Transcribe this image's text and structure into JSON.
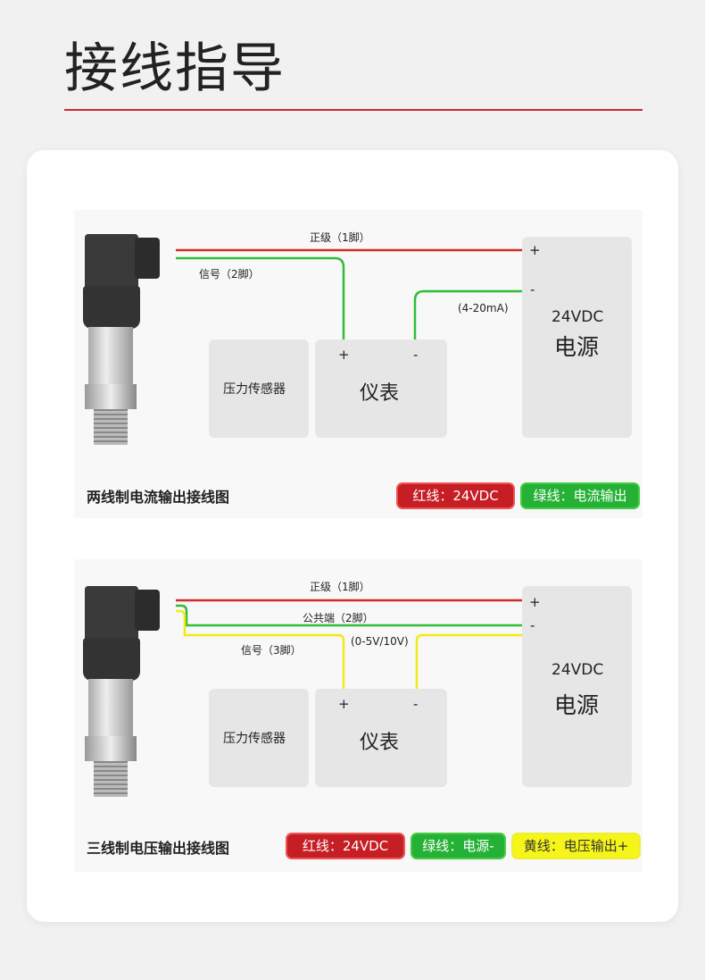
{
  "title": "接线指导",
  "diagram1": {
    "wire_red_label": "正级（1脚）",
    "wire_green_label": "信号（2脚）",
    "current_label": "(4-20mA)",
    "sensor_box": "压力传感器",
    "meter_box": "仪表",
    "meter_plus": "+",
    "meter_minus": "-",
    "power_plus": "+",
    "power_minus": "-",
    "power_voltage": "24VDC",
    "power_label": "电源",
    "caption": "两线制电流输出接线图",
    "legend": [
      {
        "text": "红线：24VDC",
        "color": "#c51e24"
      },
      {
        "text": "绿线：电流输出",
        "color": "#25b136"
      }
    ]
  },
  "diagram2": {
    "wire_red_label": "正级（1脚）",
    "wire_green_label": "公共端（2脚）",
    "wire_yellow_label": "信号（3脚）",
    "voltage_label": "(0-5V/10V)",
    "sensor_box": "压力传感器",
    "meter_box": "仪表",
    "meter_plus": "+",
    "meter_minus": "-",
    "power_plus": "+",
    "power_minus": "-",
    "power_voltage": "24VDC",
    "power_label": "电源",
    "caption": "三线制电压输出接线图",
    "legend": [
      {
        "text": "红线：24VDC",
        "color": "#c51e24"
      },
      {
        "text": "绿线：电源-",
        "color": "#25b136"
      },
      {
        "text": "黄线：电压输出+",
        "color": "#f5f51a"
      }
    ]
  }
}
